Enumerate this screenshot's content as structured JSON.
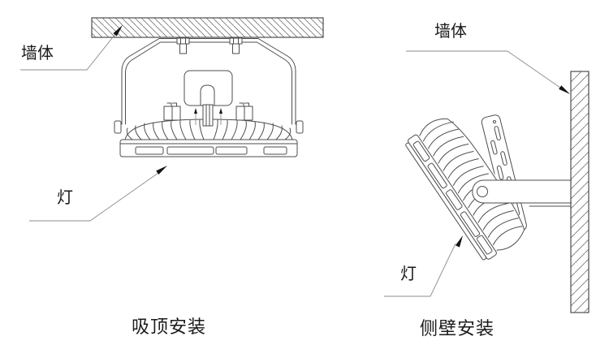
{
  "diagram": {
    "left": {
      "wall_label": "墙体",
      "lamp_label": "灯",
      "caption": "吸顶安装"
    },
    "right": {
      "wall_label": "墙体",
      "lamp_label": "灯",
      "caption": "侧壁安装"
    }
  },
  "colors": {
    "line": "#4d4d4d",
    "hatch": "#787878",
    "leader": "#8d8d8d",
    "arrow": "#141414",
    "text": "#1a1a1a",
    "background": "#ffffff"
  }
}
